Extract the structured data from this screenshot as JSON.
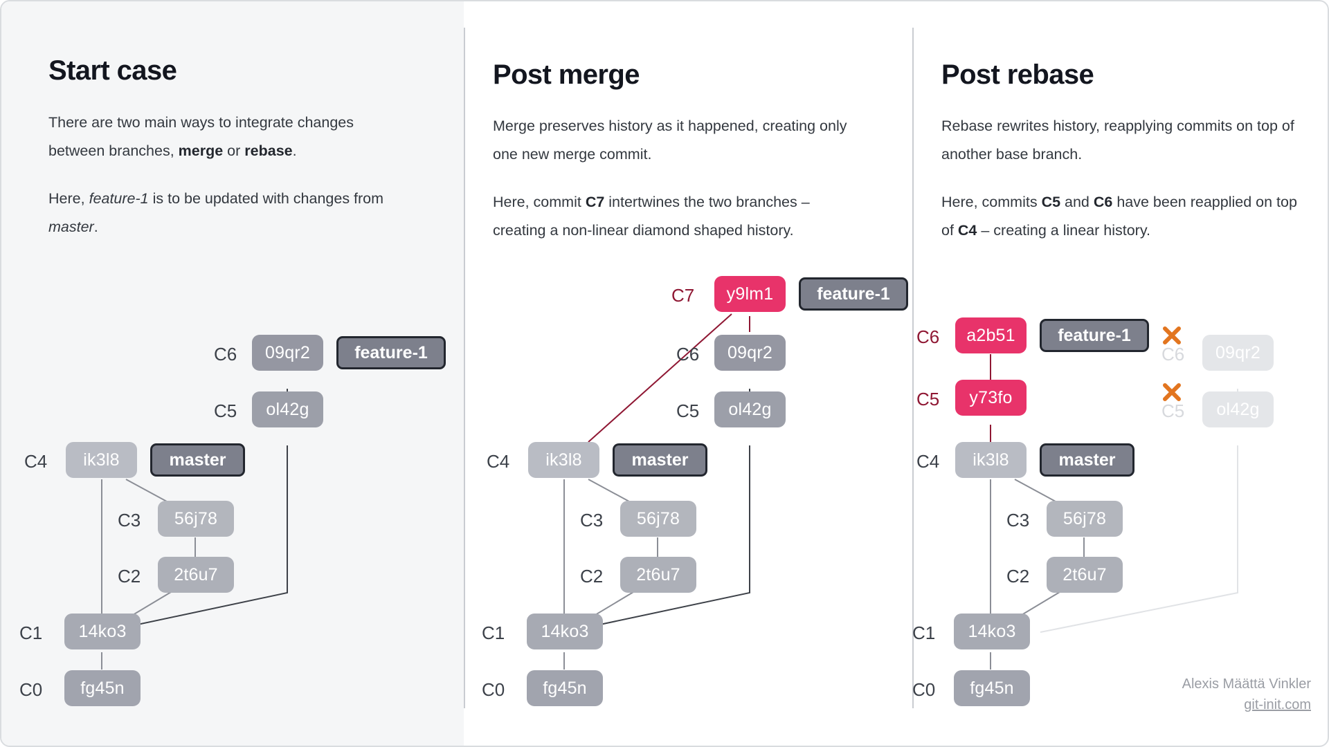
{
  "columns": [
    {
      "id": "start-case",
      "title": "Start case",
      "paragraphs": [
        "There are two main ways to integrate changes between branches, <b>merge</b> or <b>rebase</b>.",
        "Here, <i>feature-1</i> is to be updated with changes from <i>master</i>."
      ]
    },
    {
      "id": "post-merge",
      "title": "Post merge",
      "paragraphs": [
        "Merge preserves history as it happened, creating only one new merge commit.",
        "Here, commit <b>C7</b> intertwines the two branches &ndash; creating a non-linear diamond shaped history."
      ]
    },
    {
      "id": "post-rebase",
      "title": "Post rebase",
      "paragraphs": [
        "Rebase rewrites history, reapplying commits on top of another base branch.",
        "Here, commits <b>C5</b> and <b>C6</b> have been reapplied on top of <b>C4</b> &ndash; creating a linear history."
      ]
    }
  ],
  "graphs": {
    "start_case": {
      "commits": [
        {
          "index": "C6",
          "hash": "09qr2"
        },
        {
          "index": "C5",
          "hash": "ol42g"
        },
        {
          "index": "C4",
          "hash": "ik3l8"
        },
        {
          "index": "C3",
          "hash": "56j78"
        },
        {
          "index": "C2",
          "hash": "2t6u7"
        },
        {
          "index": "C1",
          "hash": "14ko3"
        },
        {
          "index": "C0",
          "hash": "fg45n"
        }
      ],
      "branches": [
        {
          "name": "feature-1",
          "at": "C6"
        },
        {
          "name": "master",
          "at": "C4"
        }
      ]
    },
    "post_merge": {
      "commits": [
        {
          "index": "C7",
          "hash": "y9lm1"
        },
        {
          "index": "C6",
          "hash": "09qr2"
        },
        {
          "index": "C5",
          "hash": "ol42g"
        },
        {
          "index": "C4",
          "hash": "ik3l8"
        },
        {
          "index": "C3",
          "hash": "56j78"
        },
        {
          "index": "C2",
          "hash": "2t6u7"
        },
        {
          "index": "C1",
          "hash": "14ko3"
        },
        {
          "index": "C0",
          "hash": "fg45n"
        }
      ],
      "branches": [
        {
          "name": "feature-1",
          "at": "C7"
        },
        {
          "name": "master",
          "at": "C4"
        }
      ]
    },
    "post_rebase": {
      "commits": [
        {
          "index": "C6",
          "hash": "a2b51"
        },
        {
          "index": "C5",
          "hash": "y73fo"
        },
        {
          "index": "C4",
          "hash": "ik3l8"
        },
        {
          "index": "C3",
          "hash": "56j78"
        },
        {
          "index": "C2",
          "hash": "2t6u7"
        },
        {
          "index": "C1",
          "hash": "14ko3"
        },
        {
          "index": "C0",
          "hash": "fg45n"
        }
      ],
      "abandoned": [
        {
          "index": "C6",
          "hash": "09qr2"
        },
        {
          "index": "C5",
          "hash": "ol42g"
        }
      ],
      "branches": [
        {
          "name": "feature-1",
          "at": "C6"
        },
        {
          "name": "master",
          "at": "C4"
        }
      ]
    }
  },
  "credit": {
    "author": "Alexis Määttä Vinkler",
    "site": "git-init.com"
  },
  "colors": {
    "accent_pink": "#e8336a",
    "accent_pink_label": "#8f1733",
    "node_gray": "#adb0b8",
    "branch_gray": "#7d808c",
    "ghost": "#e4e6e9",
    "xmark": "#e2751f",
    "panel_tint": "#f5f6f7",
    "text": "#33383f",
    "heading": "#13161f"
  }
}
